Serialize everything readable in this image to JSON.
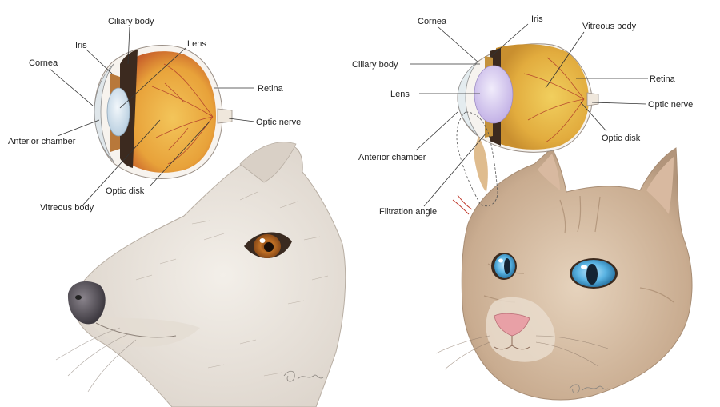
{
  "dog_eye": {
    "labels": {
      "ciliary_body": "Ciliary body",
      "iris": "Iris",
      "lens": "Lens",
      "cornea": "Cornea",
      "retina": "Retina",
      "optic_nerve": "Optic nerve",
      "anterior_chamber": "Anterior chamber",
      "optic_disk": "Optic disk",
      "vitreous_body": "Vitreous body"
    }
  },
  "cat_eye": {
    "labels": {
      "cornea": "Cornea",
      "iris": "Iris",
      "vitreous_body": "Vitreous body",
      "ciliary_body": "Ciliary body",
      "retina": "Retina",
      "lens": "Lens",
      "optic_nerve": "Optic nerve",
      "optic_disk": "Optic disk",
      "anterior_chamber": "Anterior chamber",
      "filtration_angle": "Filtration angle"
    }
  },
  "colors": {
    "retina_orange": "#e07a2a",
    "fundus_yellow": "#e8b040",
    "lens_blue": "#cfe0ee",
    "cat_lens_lilac": "#d6c8ee",
    "vessel_red": "#c0392b",
    "dog_iris_brown": "#b5651d",
    "cat_iris_blue": "#4aa3d8",
    "nose_pink": "#e8a0a6",
    "fur_light": "#ece6df",
    "fur_tan": "#c8ab8f"
  },
  "icons": [
    "dog-head-illustration",
    "cat-head-illustration",
    "artist-signature"
  ]
}
